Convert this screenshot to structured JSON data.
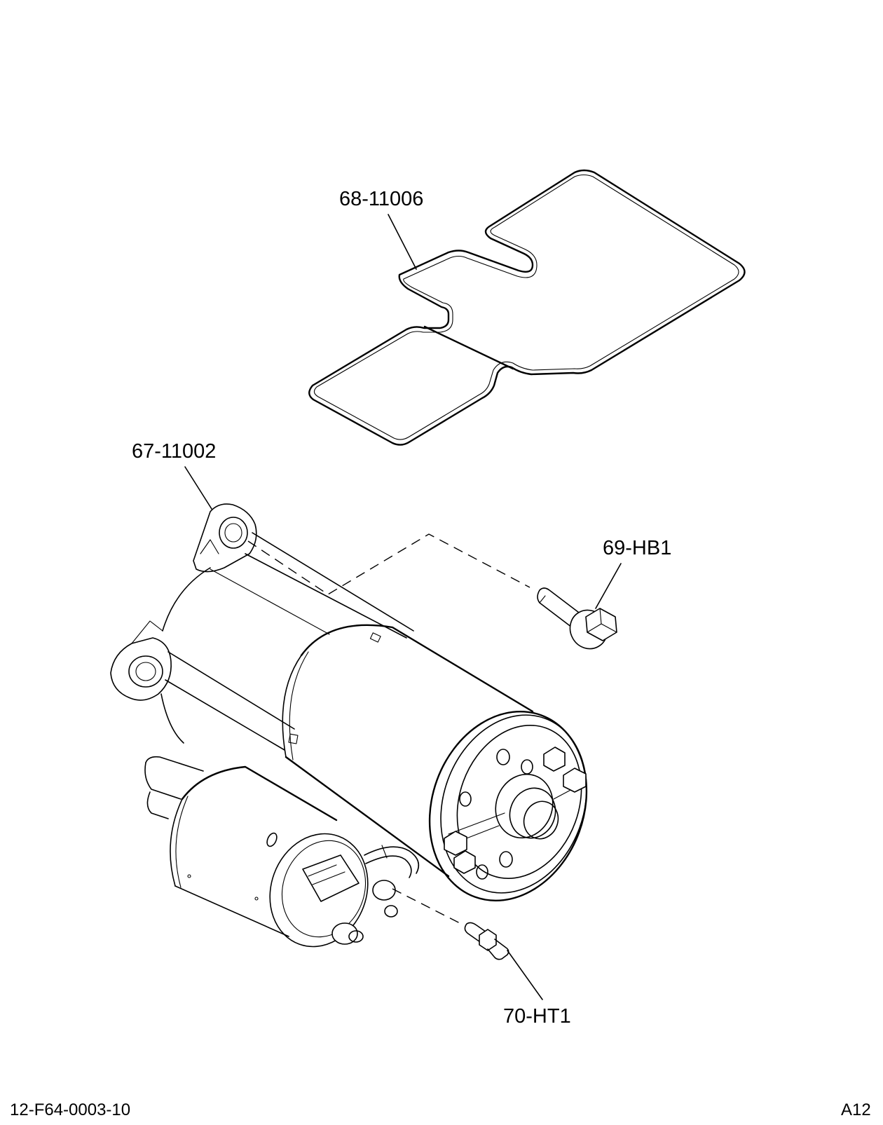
{
  "callouts": {
    "c68": "68-11006",
    "c67": "67-11002",
    "c69": "69-HB1",
    "c70": "70-HT1"
  },
  "footer": {
    "drawing_id": "12-F64-0003-10",
    "page_ref": "A12"
  }
}
